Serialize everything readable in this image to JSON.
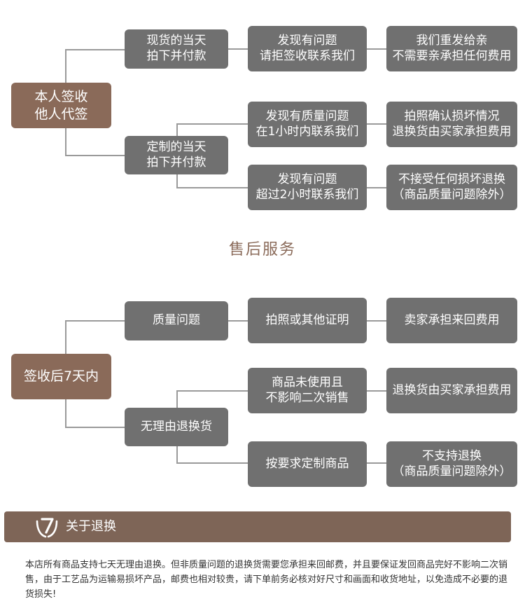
{
  "top_flow": {
    "root": "本人签收\n他人代签",
    "branch1": "现货的当天\n拍下并付款",
    "branch1_condition": "发现有问题\n请拒签收联系我们",
    "branch1_result": "我们重发给亲\n不需要亲承担任何费用",
    "branch2": "定制的当天\n拍下并付款",
    "branch2a_condition": "发现有质量问题\n在1小时内联系我们",
    "branch2a_result": "拍照确认损坏情况\n退换货由买家承担费用",
    "branch2b_condition": "发现有问题\n超过2小时联系我们",
    "branch2b_result": "不接受任何损坏退换\n（商品质量问题除外）"
  },
  "section_title": "售后服务",
  "bottom_flow": {
    "root": "签收后7天内",
    "branch1": "质量问题",
    "branch1_condition": "拍照或其他证明",
    "branch1_result": "卖家承担来回费用",
    "branch2": "无理由退换货",
    "branch2a_condition": "商品未使用且\n不影响二次销售",
    "branch2a_result": "退换货由买家承担费用",
    "branch2b_condition": "按要求定制商品",
    "branch2b_result": "不支持退换\n（商品质量问题除外）"
  },
  "banner": {
    "title": "关于退换",
    "icon": "seven-day-return-icon"
  },
  "notice": "本店所有商品支持七天无理由退换。但非质量问题的退换货需要您承担来回邮费，并且要保证发回商品完好不影响二次销售，由于工艺品为运输易损坏产品，邮费也相对较贵，请下单前务必核对好尺寸和画面和收货地址，以免造成不必要的退货损失!",
  "colors": {
    "brown": "#8a6a59",
    "grey": "#707070",
    "banner": "#7e6557"
  }
}
